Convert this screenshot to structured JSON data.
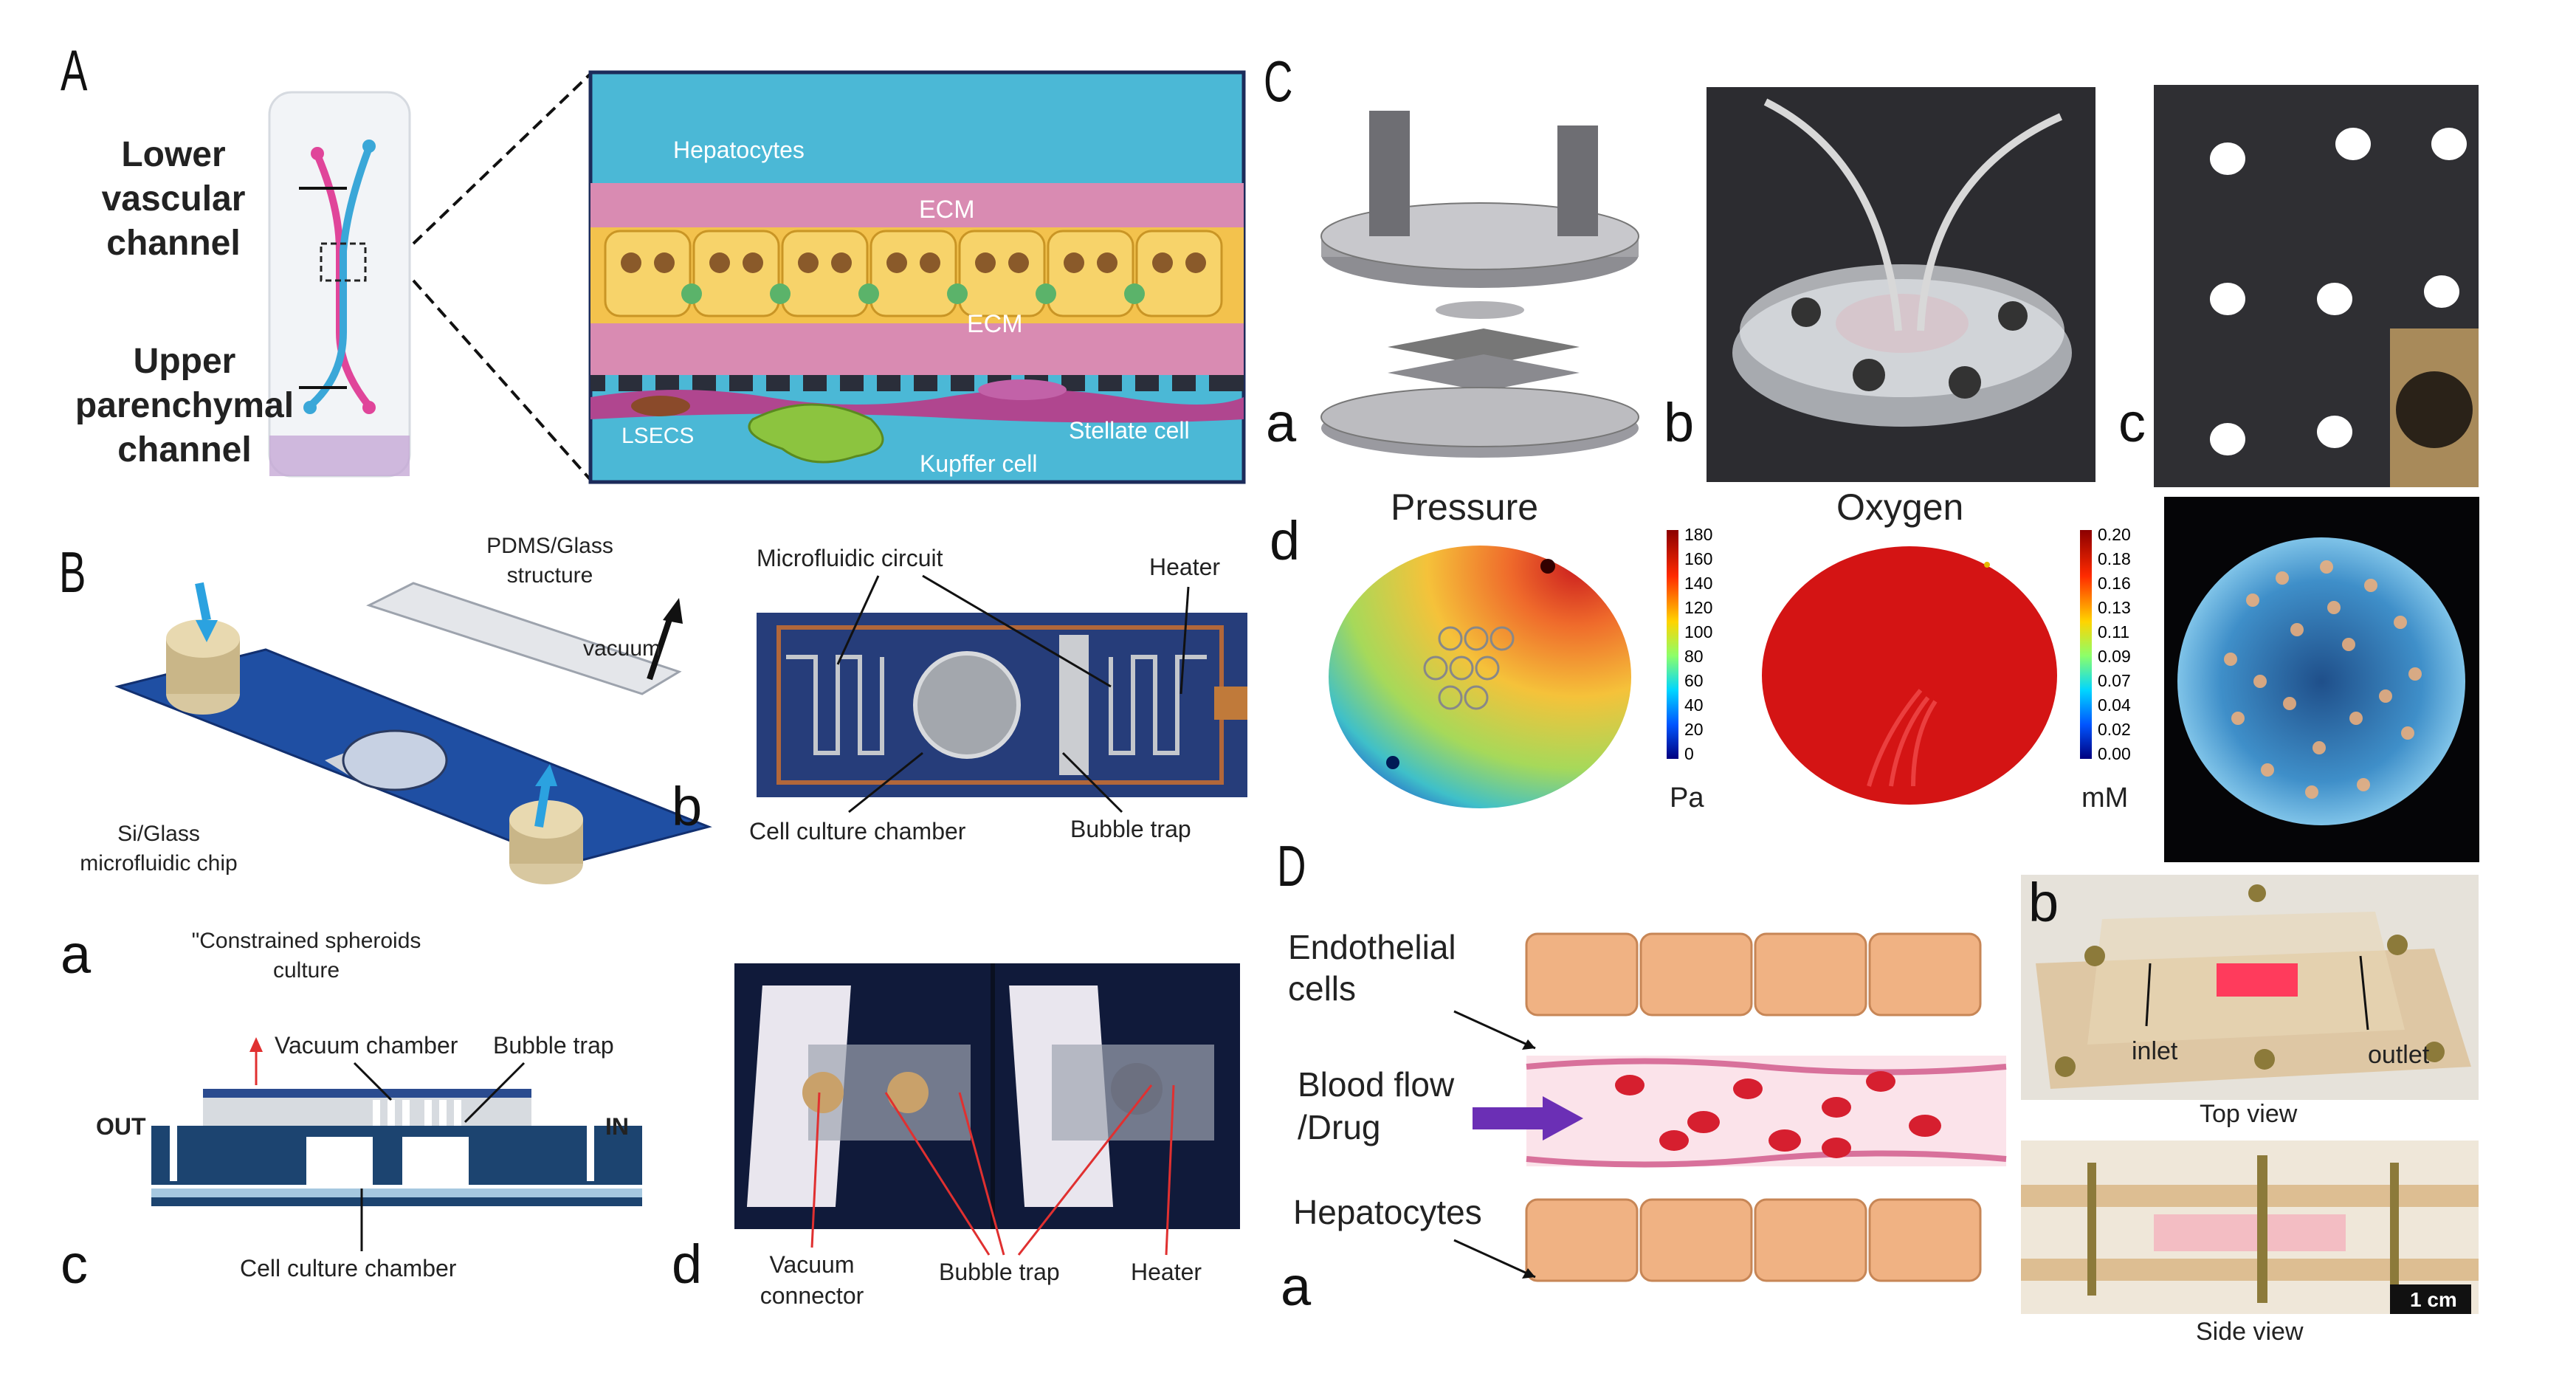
{
  "panels": {
    "A": {
      "letter": "A",
      "chip_labels": {
        "lower": "Lower\nvascular\nchannel",
        "upper": "Upper\nparenchymal\nchannel"
      },
      "detail_labels": {
        "hepatocytes": "Hepatocytes",
        "ecm_top": "ECM",
        "ecm_bottom": "ECM",
        "lsecs": "LSECS",
        "stellate": "Stellate cell",
        "kupffer": "Kupffer cell"
      },
      "colors": {
        "bg": "#46b7d4",
        "ecm": "#d88ab0",
        "hepatocyte": "#f3c24d",
        "nucleus": "#8a5a2a"
      }
    },
    "B": {
      "letter": "B",
      "a": {
        "letter": "a",
        "pdms": "PDMS/Glass\nstructure",
        "vacuum": "vacuum",
        "chip": "Si/Glass\nmicrofluidic chip",
        "spheroids": "\"Constrained spheroids\nculture"
      },
      "b": {
        "letter": "b",
        "circuit": "Microfluidic circuit",
        "heater": "Heater",
        "chamber": "Cell culture chamber",
        "bubble": "Bubble trap"
      },
      "c": {
        "letter": "c",
        "vacuum": "Vacuum chamber",
        "bubble": "Bubble trap",
        "out": "OUT",
        "in": "IN",
        "chamber": "Cell culture chamber"
      },
      "d": {
        "letter": "d",
        "vacuum": "Vacuum\nconnector",
        "bubble": "Bubble trap",
        "heater": "Heater"
      }
    },
    "C": {
      "letter": "C",
      "a": "a",
      "b": "b",
      "c": "c",
      "d": "d",
      "pressure": {
        "title": "Pressure",
        "unit": "Pa",
        "ticks": [
          "180",
          "160",
          "140",
          "120",
          "100",
          "80",
          "60",
          "40",
          "20",
          "0"
        ]
      },
      "oxygen": {
        "title": "Oxygen",
        "unit": "mM",
        "ticks": [
          "0.20",
          "0.18",
          "0.16",
          "0.13",
          "0.11",
          "0.09",
          "0.07",
          "0.04",
          "0.02",
          "0.00"
        ]
      }
    },
    "D": {
      "letter": "D",
      "a": {
        "letter": "a",
        "endothelial": "Endothelial\ncells",
        "blood": "Blood flow\n/Drug",
        "hepatocytes": "Hepatocytes"
      },
      "b": {
        "letter": "b",
        "inlet": "inlet",
        "outlet": "outlet",
        "top": "Top view",
        "side": "Side view",
        "scale": "1 cm"
      }
    }
  }
}
